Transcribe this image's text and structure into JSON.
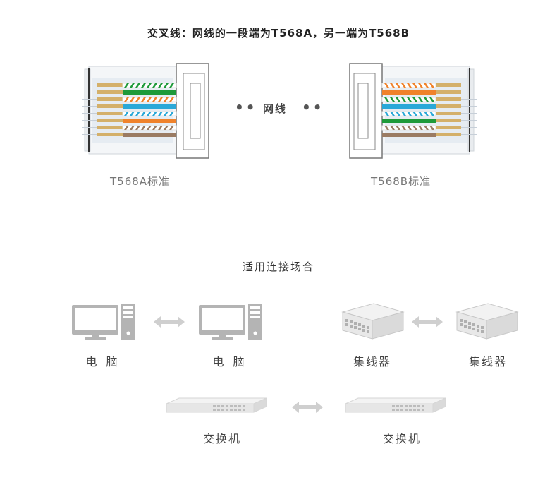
{
  "header": {
    "title": "交叉线：网线的一段端为T568A，另一端为T568B"
  },
  "connectors": {
    "left_label": "T568A标准",
    "right_label": "T568B标准",
    "cable_label": "网线",
    "dots": "••"
  },
  "usage": {
    "title": "适用连接场合",
    "pairs": [
      {
        "left": "电 脑",
        "right": "电 脑",
        "icon": "computer-icon"
      },
      {
        "left": "集线器",
        "right": "集线器",
        "icon": "hub-icon"
      },
      {
        "left": "交换机",
        "right": "交换机",
        "icon": "switch-icon"
      }
    ]
  },
  "colors": {
    "orange": "#f0822b",
    "green": "#1e9a3a",
    "blue": "#2aa8d8",
    "brown": "#9a7b63",
    "gold": "#d4b06a",
    "gray_icon": "#b4b4b4",
    "light_icon": "#d9d9d9",
    "arrow": "#cfcfcf"
  },
  "wiring": {
    "t568a": [
      "white-green",
      "green",
      "white-orange",
      "blue",
      "white-blue",
      "orange",
      "white-brown",
      "brown"
    ],
    "t568b": [
      "white-orange",
      "orange",
      "white-green",
      "blue",
      "white-blue",
      "green",
      "white-brown",
      "brown"
    ]
  }
}
